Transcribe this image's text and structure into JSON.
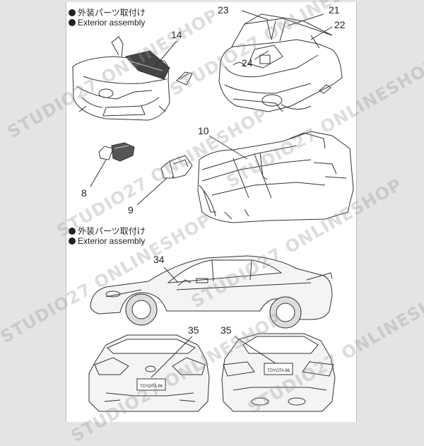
{
  "sections": [
    {
      "jp": "外装パーツ取付け",
      "en": "Exterior assembly"
    },
    {
      "jp": "外装パーツ取付け",
      "en": "Exterior assembly"
    }
  ],
  "part_numbers": {
    "p14": "14",
    "p23": "23",
    "p21": "21",
    "p22": "22",
    "p24": "24",
    "p10": "10",
    "p8": "8",
    "p9": "9",
    "p34": "34",
    "p35a": "35",
    "p35b": "35"
  },
  "badges": {
    "front": "TOYOTA 86",
    "rear": "TOYOTA 86"
  },
  "watermark": "STUDIO27 ONLINESHOP",
  "colors": {
    "page_bg": "#e4e4e4",
    "sheet_bg": "#ffffff",
    "line": "#333333",
    "watermark": "#969696"
  }
}
